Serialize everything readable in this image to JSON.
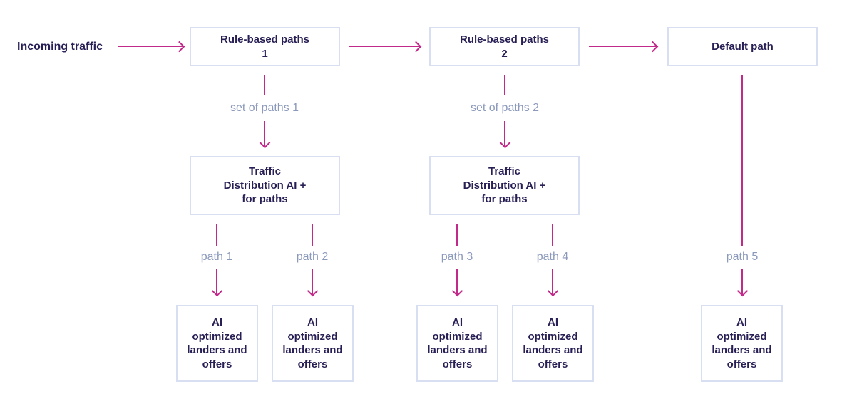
{
  "colors": {
    "accent": "#c12a8a",
    "text": "#281f55",
    "muted": "#8b99bb",
    "border": "#d8dff2",
    "background": "#ffffff"
  },
  "nodes": {
    "incoming": "Incoming traffic",
    "rule1": "Rule-based paths\n1",
    "rule2": "Rule-based paths\n2",
    "default": "Default path",
    "td1": "Traffic\nDistribution AI +\nfor paths",
    "td2": "Traffic\nDistribution AI +\nfor paths",
    "ai1": "AI\noptimized\nlanders and\noffers",
    "ai2": "AI\noptimized\nlanders and\noffers",
    "ai3": "AI\noptimized\nlanders and\noffers",
    "ai4": "AI\noptimized\nlanders and\noffers",
    "ai5": "AI\noptimized\nlanders and\noffers"
  },
  "edge_labels": {
    "set1": "set of paths 1",
    "set2": "set of paths 2",
    "path1": "path 1",
    "path2": "path 2",
    "path3": "path 3",
    "path4": "path 4",
    "path5": "path 5"
  }
}
